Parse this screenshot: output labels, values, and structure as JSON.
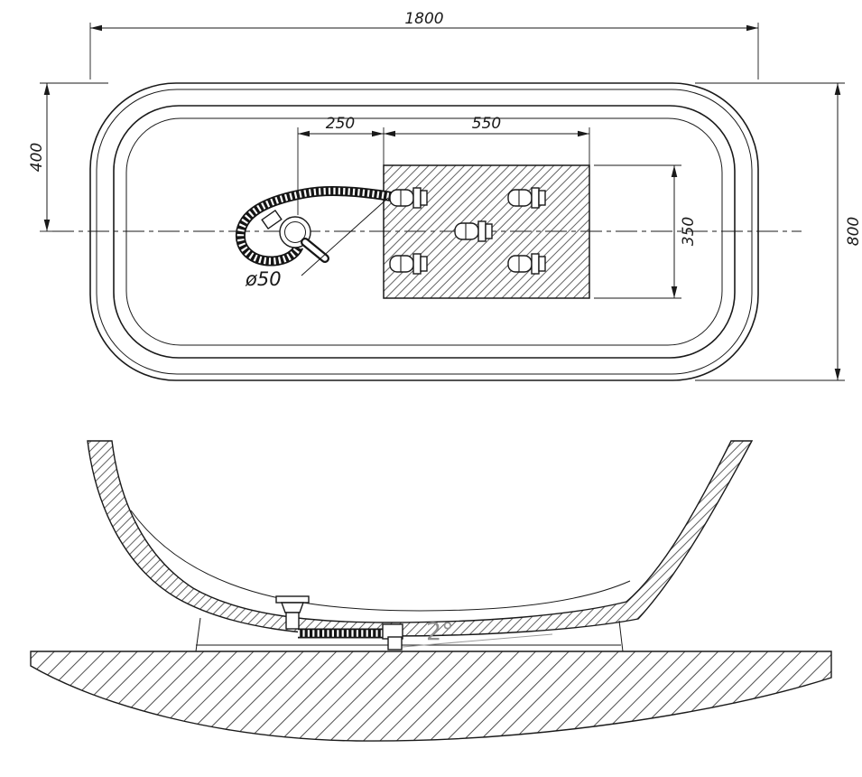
{
  "style": {
    "line_color": "#1a1a1a",
    "background": "#ffffff",
    "slope_text_color": "#8f8f8f"
  },
  "top_view": {
    "dim_length": "1800",
    "dim_width": "800",
    "dim_centerline_offset": "400",
    "dim_drain_to_deck": "250",
    "dim_deck_length": "550",
    "dim_deck_depth": "350",
    "drain_diameter_label": "ø50"
  },
  "side_view": {
    "slope_label": "2°"
  }
}
